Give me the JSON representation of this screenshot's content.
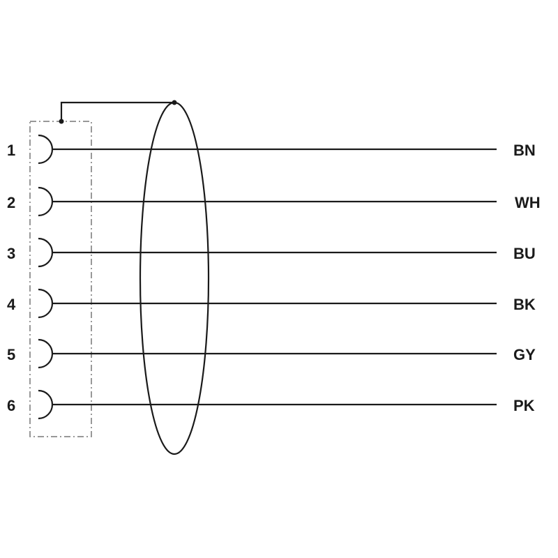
{
  "pins": [
    {
      "number": "1",
      "color_code": "BN"
    },
    {
      "number": "2",
      "color_code": "WH"
    },
    {
      "number": "3",
      "color_code": "BU"
    },
    {
      "number": "4",
      "color_code": "BK"
    },
    {
      "number": "5",
      "color_code": "GY"
    },
    {
      "number": "6",
      "color_code": "PK"
    }
  ]
}
